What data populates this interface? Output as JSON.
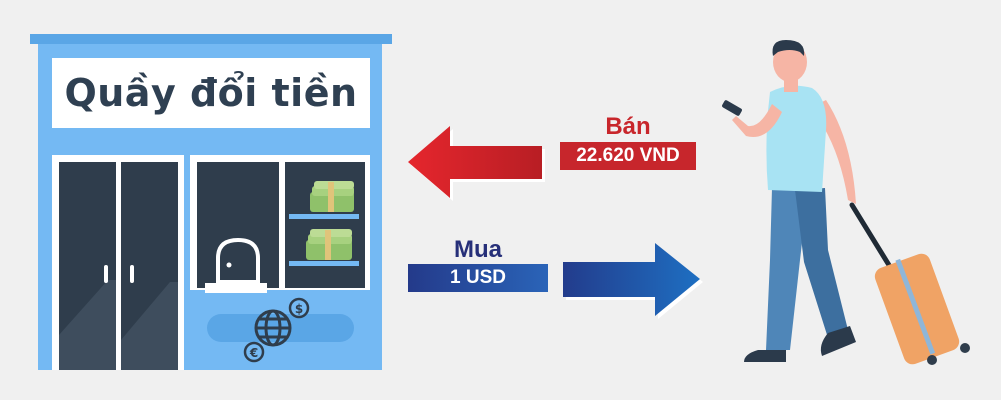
{
  "booth": {
    "sign": "Quầy đổi tiền",
    "icons": [
      "dollar-coin-icon",
      "globe-icon",
      "euro-coin-icon",
      "money-stack-icon"
    ]
  },
  "sell": {
    "title": "Bán",
    "value": "22.620 VND",
    "color": "#c7262c",
    "arrow_direction": "left"
  },
  "buy": {
    "title": "Mua",
    "value": "1 USD",
    "color": "#2a4f9e",
    "arrow_direction": "right"
  },
  "colors": {
    "background": "#f0f0f0",
    "booth_blue": "#72b8f2",
    "door_dark": "#2f3d4c"
  }
}
